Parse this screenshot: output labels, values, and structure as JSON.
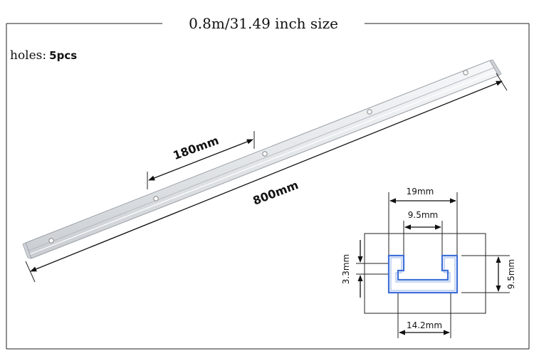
{
  "title": "0.8m/31.49 inch size",
  "holes": {
    "label": "holes:",
    "value": "5pcs"
  },
  "rail": {
    "hole_spacing_label": "180mm",
    "length_label": "800mm"
  },
  "profile": {
    "top_width_label": "19mm",
    "slot_width_label": "9.5mm",
    "bottom_width_label": "14.2mm",
    "lip_height_label": "3.3mm",
    "depth_label": "9.5mm"
  },
  "colors": {
    "profile_outline": "#3e6fd8",
    "frame": "#222222",
    "rail_fill": "#eef0f2",
    "rail_edge": "#9aa0a6"
  }
}
